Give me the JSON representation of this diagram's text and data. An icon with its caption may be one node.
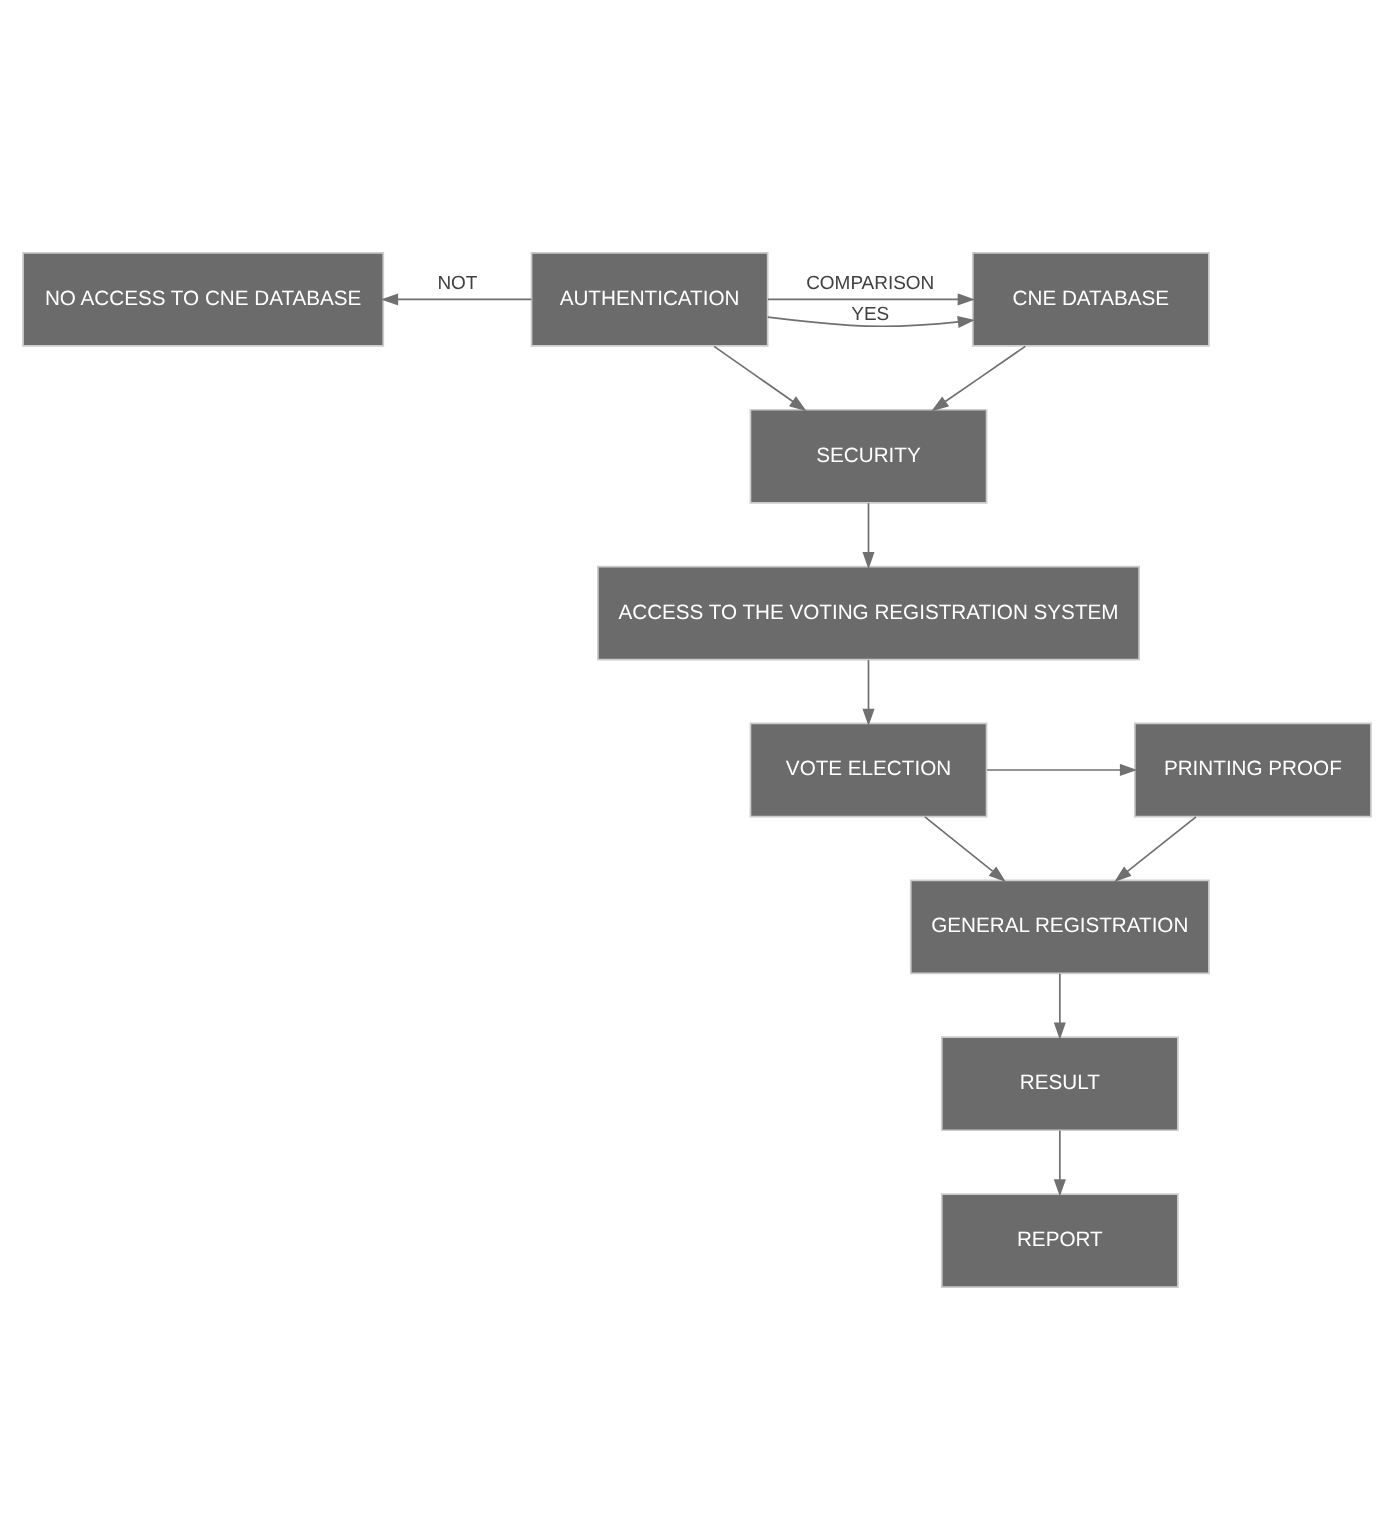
{
  "diagram": {
    "nodes": [
      {
        "text": [
          "NO ACCESS TO CNE DATABASE"
        ]
      },
      {
        "text": [
          "AUTHENTICATION"
        ]
      },
      {
        "text": [
          "CNE DATABASE"
        ]
      },
      {
        "text": [
          "SECURITY"
        ]
      },
      {
        "text": [
          "ACCESS TO THE VOTING REGISTRATION SYSTEM"
        ]
      },
      {
        "text": [
          "VOTE ELECTION"
        ]
      },
      {
        "text": [
          "PRINTING PROOF"
        ]
      },
      {
        "text": [
          "GENERAL REGISTRATION"
        ]
      },
      {
        "text": [
          "RESULT"
        ]
      },
      {
        "text": [
          "REPORT"
        ]
      }
    ],
    "edges": [
      {
        "from": 1,
        "to": 0,
        "arrow": "to",
        "label": "NOT"
      },
      {
        "from": 1,
        "to": 2,
        "arrow": "to",
        "label": "YES"
      },
      {
        "from": 1,
        "to": 2,
        "arrow": "to",
        "label": "COMPARISON"
      },
      {
        "from": 1,
        "to": 3,
        "arrow": "to"
      },
      {
        "from": 2,
        "to": 3,
        "arrow": "to"
      },
      {
        "from": 3,
        "to": 4,
        "arrow": "to"
      },
      {
        "from": 4,
        "to": 5,
        "arrow": "to"
      },
      {
        "from": 5,
        "to": 6,
        "arrow": "to"
      },
      {
        "from": 6,
        "to": 7,
        "arrow": "to"
      },
      {
        "from": 5,
        "to": 7,
        "arrow": "to"
      },
      {
        "from": 7,
        "to": 8,
        "arrow": "to"
      },
      {
        "from": 8,
        "to": 9,
        "arrow": "to"
      }
    ]
  }
}
